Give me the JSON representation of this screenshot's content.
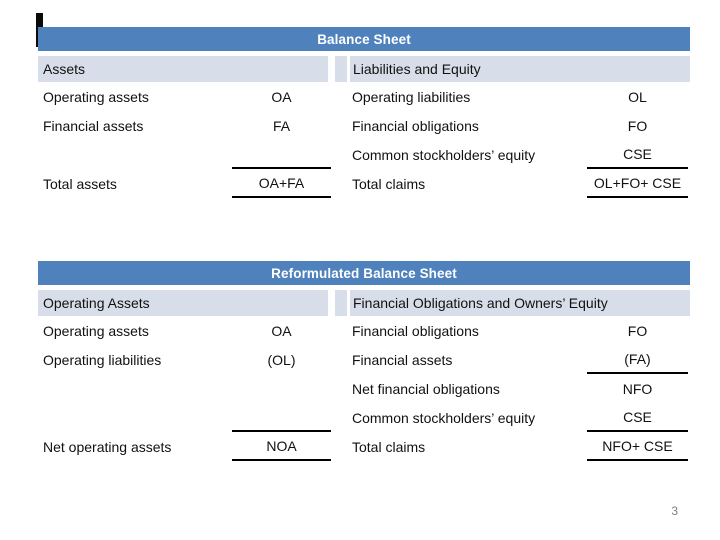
{
  "page": {
    "number": "3"
  },
  "colors": {
    "title_bar_blue": "#4F81BD",
    "header_band": "#D8DEE9",
    "rule_black": "#000000",
    "page_number_gray": "#808080"
  },
  "balance_sheet": {
    "title": "Balance Sheet",
    "left_header": "Assets",
    "right_header": "Liabilities and Equity",
    "rows": [
      {
        "l_label": "Operating assets",
        "l_value": "OA",
        "r_label": "Operating liabilities",
        "r_value": "OL"
      },
      {
        "l_label": "Financial assets",
        "l_value": "FA",
        "r_label": "Financial obligations",
        "r_value": "FO"
      },
      {
        "l_label": "",
        "l_value": "",
        "r_label": "Common stockholders’ equity",
        "r_value": "CSE"
      },
      {
        "l_label": "Total assets",
        "l_value": "OA+FA",
        "r_label": "Total claims",
        "r_value": "OL+FO+ CSE"
      }
    ]
  },
  "reformulated": {
    "title": "Reformulated Balance Sheet",
    "left_header": "Operating Assets",
    "right_header": "Financial Obligations and Owners’ Equity",
    "rows": [
      {
        "l_label": "Operating assets",
        "l_value": "OA",
        "r_label": "Financial obligations",
        "r_value": "FO"
      },
      {
        "l_label": "Operating liabilities",
        "l_value": "(OL)",
        "r_label": "Financial assets",
        "r_value": "(FA)"
      },
      {
        "l_label": "",
        "l_value": "",
        "r_label": "Net financial obligations",
        "r_value": "NFO"
      },
      {
        "l_label": "",
        "l_value": "",
        "r_label": "Common stockholders’ equity",
        "r_value": "CSE"
      },
      {
        "l_label": "Net operating assets",
        "l_value": "NOA",
        "r_label": "Total claims",
        "r_value": "NFO+ CSE"
      }
    ]
  }
}
